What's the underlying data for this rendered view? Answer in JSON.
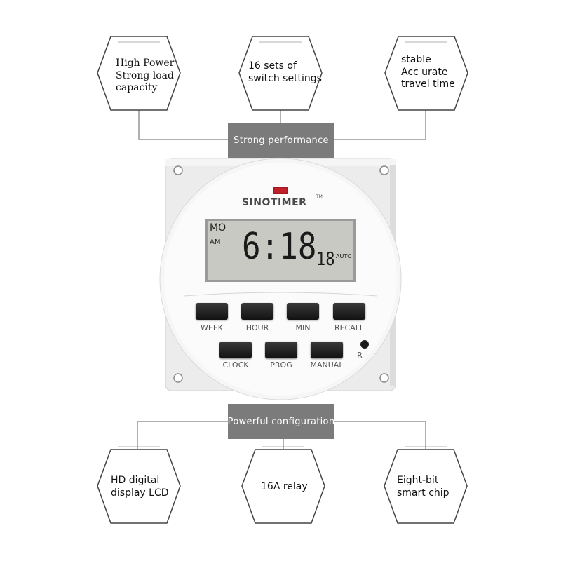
{
  "top_features": [
    {
      "lines": [
        "High Power",
        "Strong load",
        "capacity"
      ]
    },
    {
      "lines": [
        "16 sets of",
        "switch settings"
      ]
    },
    {
      "lines": [
        "stable",
        "Acc urate",
        "travel time"
      ]
    }
  ],
  "top_banner": "Strong performance",
  "bottom_banner": "Powerful configuration",
  "bottom_features": [
    {
      "lines": [
        "HD digital",
        "display LCD"
      ]
    },
    {
      "lines": [
        "16A relay"
      ]
    },
    {
      "lines": [
        "Eight-bit",
        "smart chip"
      ]
    }
  ],
  "device": {
    "brand": "SINOTIMER",
    "trademark": "TM",
    "lcd": {
      "day": "MO",
      "period": "AM",
      "time": "6:18",
      "seconds": "18",
      "mode": "AUTO"
    },
    "buttons_row1": [
      "WEEK",
      "HOUR",
      "MIN",
      "RECALL"
    ],
    "buttons_row2": [
      "CLOCK",
      "PROG",
      "MANUAL"
    ],
    "reset_label": "R"
  },
  "colors": {
    "banner": "#7b7b7b",
    "hex_outline": "#444444",
    "connector": "#b0b0b0",
    "lcd_bg": "#c9c9c3",
    "led": "#c0202a"
  }
}
